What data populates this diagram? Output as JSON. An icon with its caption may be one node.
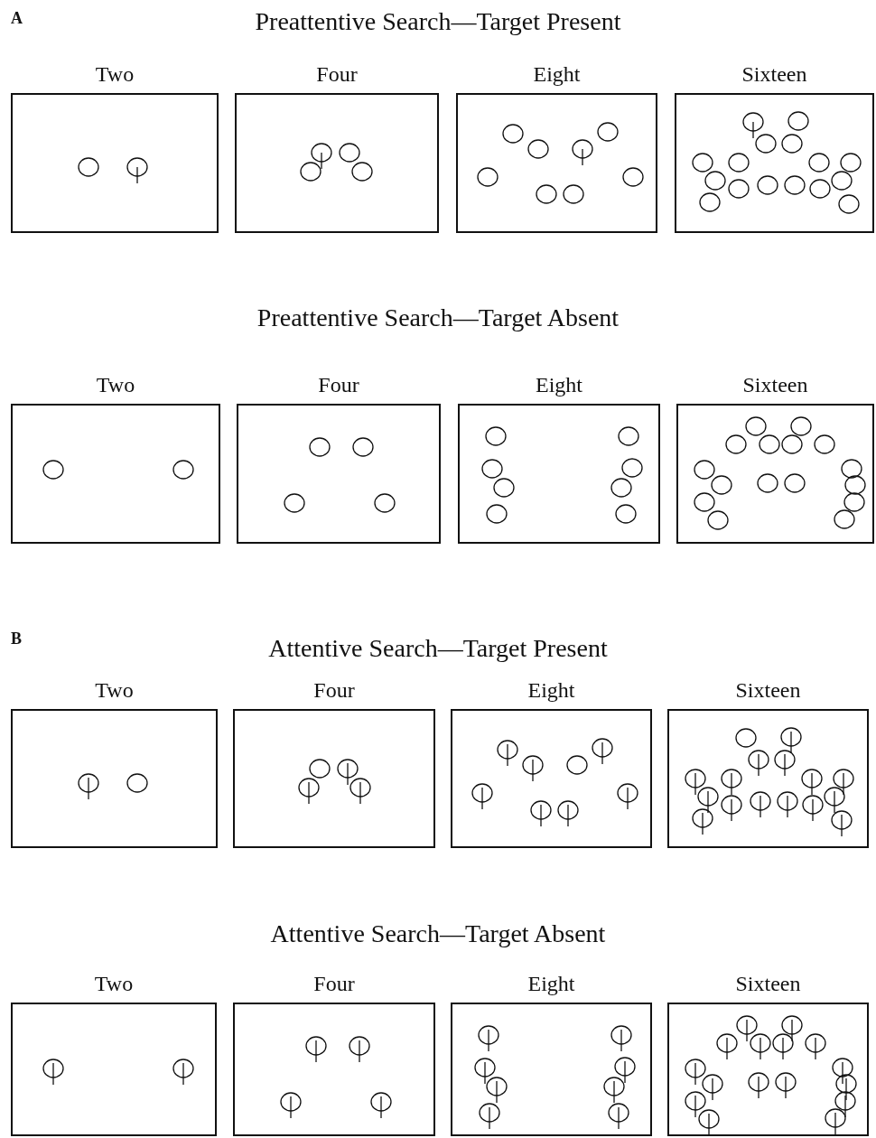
{
  "diagram": {
    "nodes": [
      {
        "text": [
          "Two"
        ]
      },
      {
        "text": [
          "Four"
        ]
      },
      {
        "text": [
          "Eight"
        ]
      },
      {
        "text": [
          "Sixteen"
        ]
      },
      {
        "text": [
          "Two"
        ]
      },
      {
        "text": [
          "Four"
        ]
      },
      {
        "text": [
          "Eight"
        ]
      },
      {
        "text": [
          "Sixteen"
        ]
      },
      {
        "text": [
          "Two"
        ]
      },
      {
        "text": [
          "Four"
        ]
      },
      {
        "text": [
          "Eight"
        ]
      },
      {
        "text": [
          "Sixteen"
        ]
      },
      {
        "text": [
          "Two"
        ]
      },
      {
        "text": [
          "Four"
        ]
      },
      {
        "text": [
          "Eight"
        ]
      },
      {
        "text": [
          "Sixteen"
        ]
      }
    ],
    "edges": [],
    "labels": [
      "A",
      "Preattentive Search—Target Present",
      "Preattentive Search—Target Absent",
      "B",
      "Attentive Search—Target Present",
      "Attentive Search—Target Absent"
    ]
  }
}
